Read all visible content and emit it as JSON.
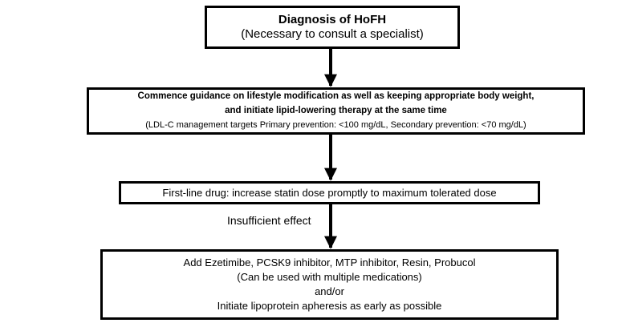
{
  "boxes": {
    "diagnosis": {
      "title": "Diagnosis of HoFH",
      "subtitle": "(Necessary to consult a specialist)"
    },
    "lifestyle": {
      "line1": "Commence guidance on lifestyle modification as well as keeping appropriate body weight,",
      "line2": "and initiate lipid-lowering therapy at the same time",
      "line3": "(LDL-C management targets Primary prevention: <100 mg/dL, Secondary prevention: <70 mg/dL)"
    },
    "first_line": {
      "text": "First-line drug: increase statin dose promptly to maximum tolerated dose"
    },
    "add_on": {
      "line1": "Add Ezetimibe, PCSK9 inhibitor, MTP inhibitor, Resin, Probucol",
      "line2": "(Can be used with multiple medications)",
      "line3": "and/or",
      "line4": "Initiate lipoprotein apheresis as early as possible"
    }
  },
  "edge_labels": {
    "insufficient": "Insufficient effect"
  }
}
